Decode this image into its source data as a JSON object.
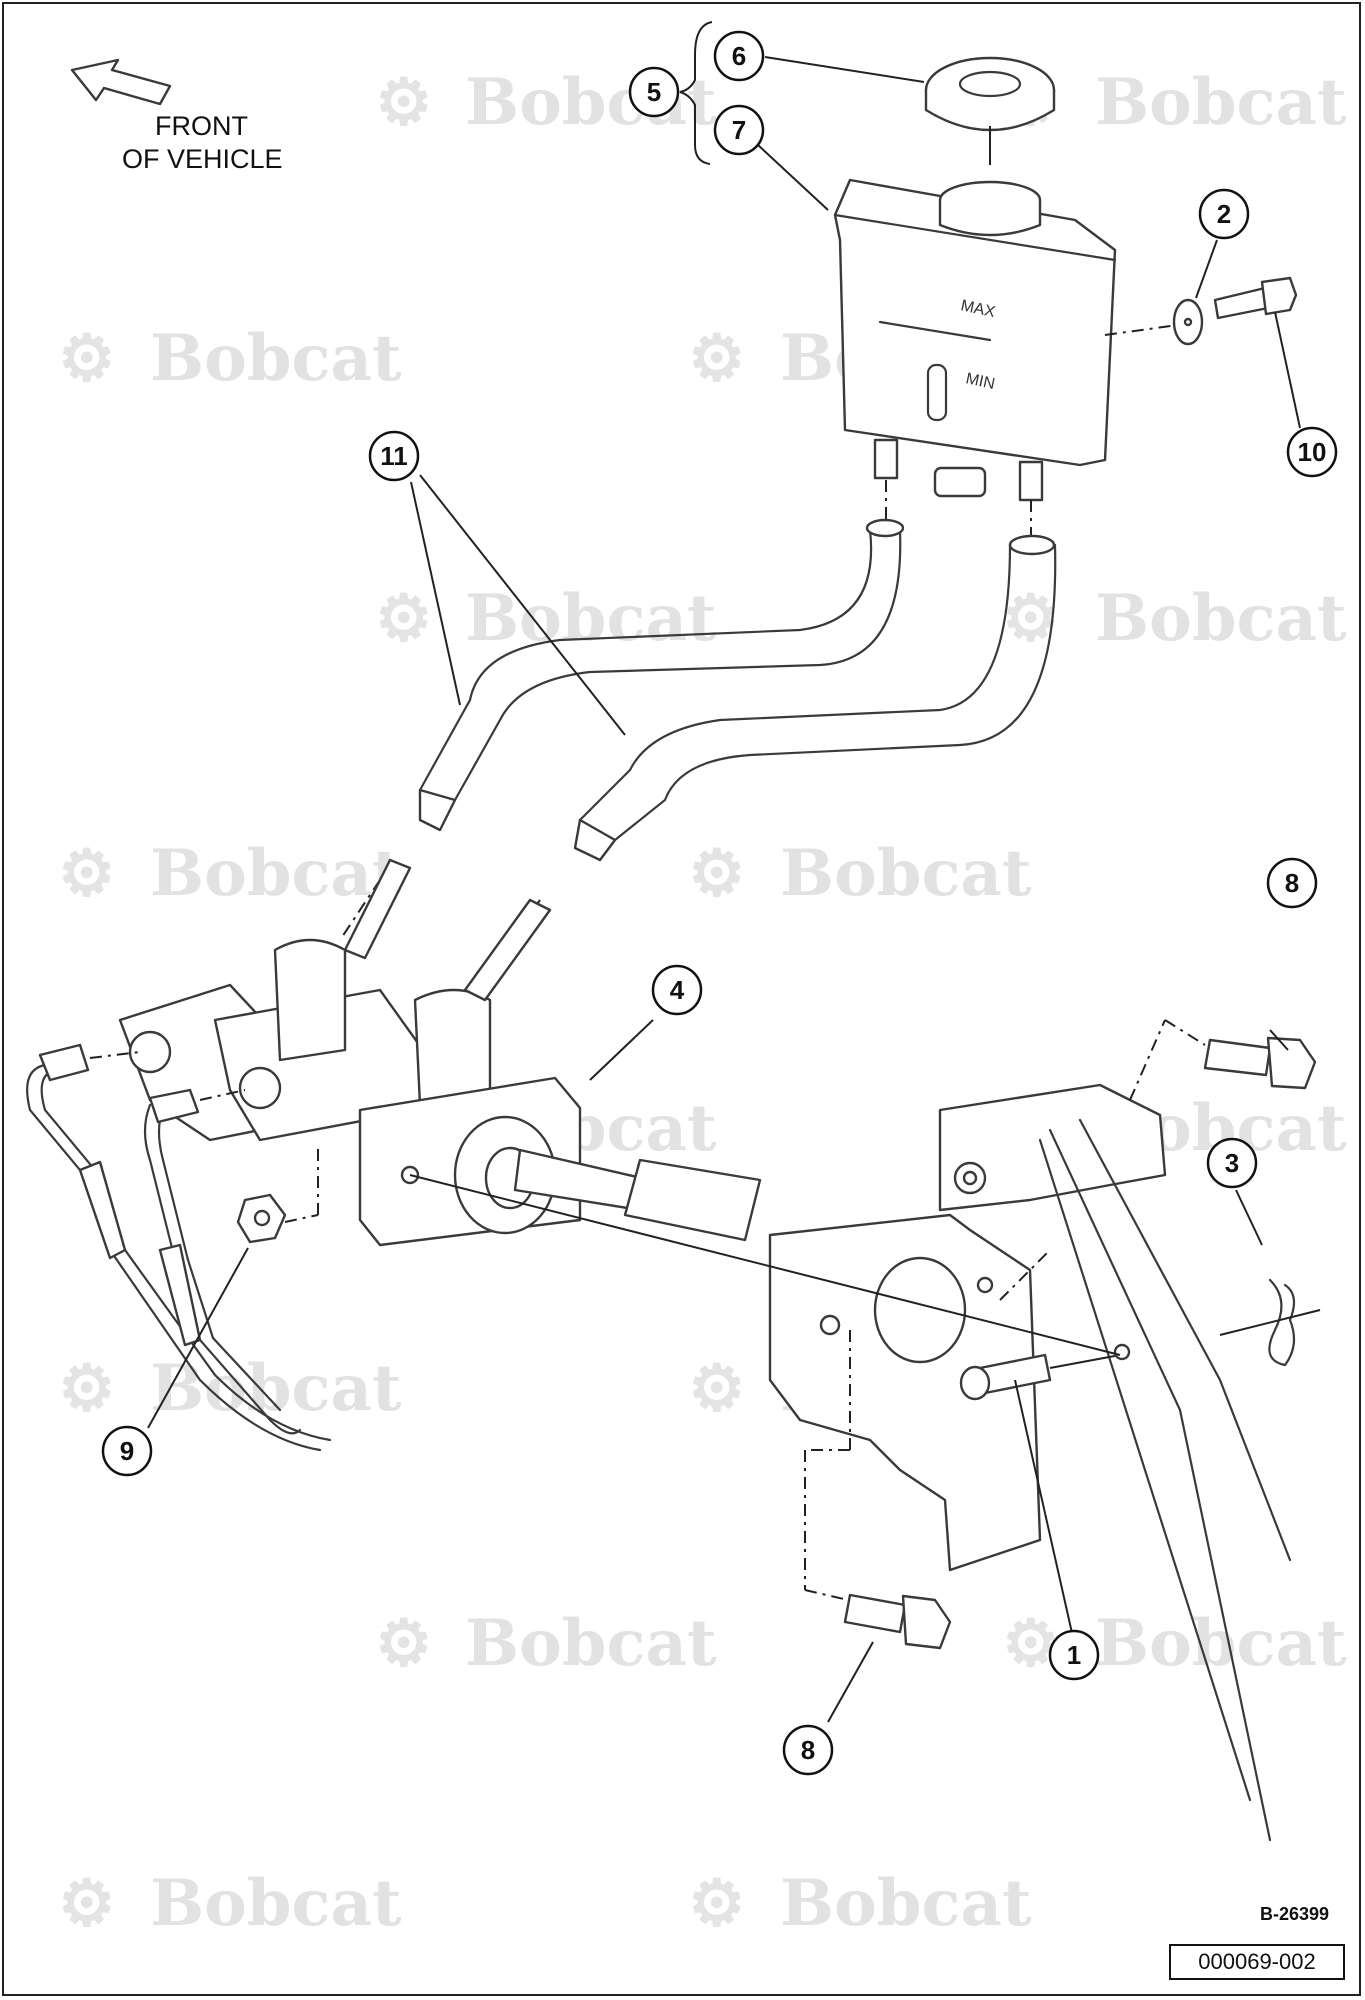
{
  "front_label": [
    "FRONT",
    "OF VEHICLE"
  ],
  "reservoir_marks": {
    "max": "MAX",
    "min": "MIN"
  },
  "watermark": "Bobcat",
  "callouts": [
    {
      "id": "c1",
      "label": "1"
    },
    {
      "id": "c2",
      "label": "2"
    },
    {
      "id": "c3",
      "label": "3"
    },
    {
      "id": "c4",
      "label": "4"
    },
    {
      "id": "c5",
      "label": "5"
    },
    {
      "id": "c6",
      "label": "6"
    },
    {
      "id": "c7",
      "label": "7"
    },
    {
      "id": "c8a",
      "label": "8"
    },
    {
      "id": "c8b",
      "label": "8"
    },
    {
      "id": "c9",
      "label": "9"
    },
    {
      "id": "c10",
      "label": "10"
    },
    {
      "id": "c11",
      "label": "11"
    }
  ],
  "figure_ref": "B-26399",
  "doc_code": "000069-002"
}
